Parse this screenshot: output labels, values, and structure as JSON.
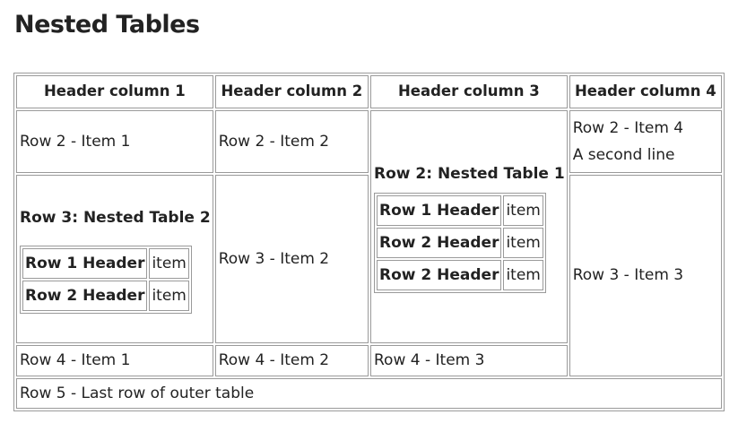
{
  "page": {
    "title": "Nested Tables"
  },
  "outer_table": {
    "headers": [
      "Header column 1",
      "Header column 2",
      "Header column 3",
      "Header column 4"
    ],
    "row2": {
      "item1": "Row 2 - Item 1",
      "item2": "Row 2 - Item 2",
      "nested_caption": "Row 2: Nested Table 1",
      "item4_line1": "Row 2 - Item 4",
      "item4_line2": "A second line"
    },
    "row3": {
      "nested_caption": "Row 3: Nested Table 2",
      "item2": "Row 3 - Item 2",
      "item3": "Row 3 - Item 3"
    },
    "row4": {
      "item1": "Row 4 - Item 1",
      "item2": "Row 4 - Item 2",
      "item3": "Row 4 - Item 3"
    },
    "row5": {
      "text": "Row 5 - Last row of outer table"
    }
  },
  "nested_table_1": {
    "rows": [
      {
        "header": "Row 1 Header",
        "item": "item"
      },
      {
        "header": "Row 2 Header",
        "item": "item"
      },
      {
        "header": "Row 2 Header",
        "item": "item"
      }
    ]
  },
  "nested_table_2": {
    "rows": [
      {
        "header": "Row 1 Header",
        "item": "item"
      },
      {
        "header": "Row 2 Header",
        "item": "item"
      }
    ]
  },
  "colors": {
    "border": "#9a9a9a",
    "text": "#222222",
    "background": "#ffffff"
  }
}
